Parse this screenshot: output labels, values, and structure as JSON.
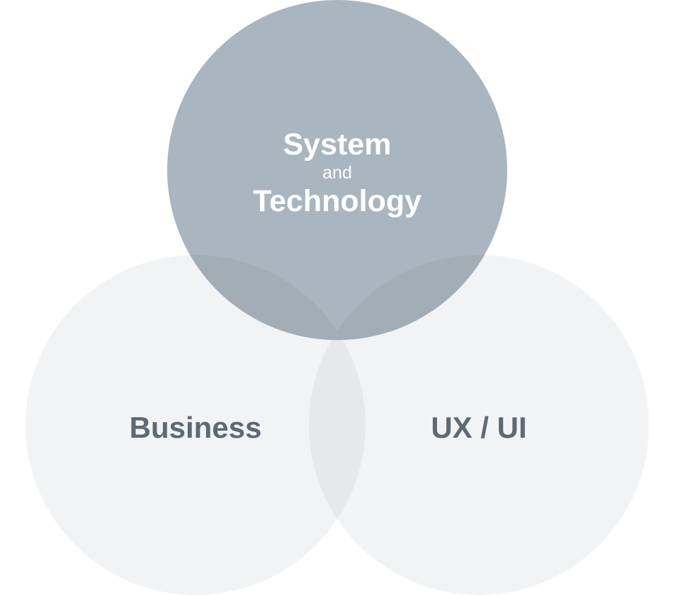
{
  "diagram": {
    "type": "venn",
    "circles": [
      {
        "id": "system",
        "label_lines": [
          "System",
          "and",
          "Technology"
        ],
        "fill": "#a9b5bf",
        "text_color": "#ffffff"
      },
      {
        "id": "business",
        "label": "Business",
        "fill": "#f2f3f5",
        "text_color": "#5d6975"
      },
      {
        "id": "ux",
        "label": "UX / UI",
        "fill": "#f2f3f5",
        "text_color": "#5d6975"
      }
    ],
    "overlap_colors": {
      "system_business": "#a5afb8",
      "system_ux": "#a5afb8",
      "business_ux": "#e6e8ea"
    }
  }
}
